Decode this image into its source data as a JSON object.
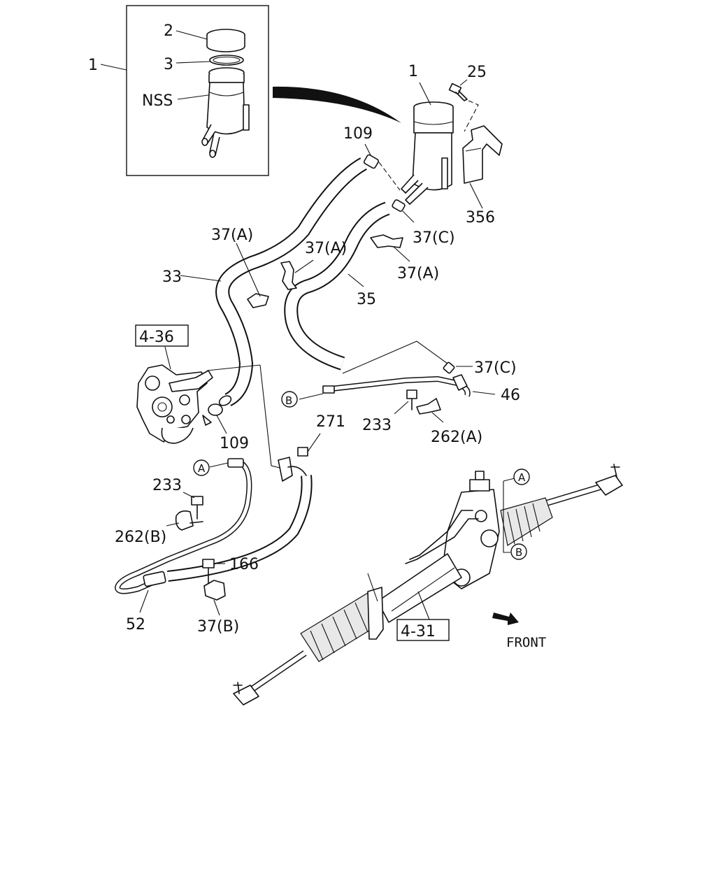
{
  "labels": {
    "l1_box": "1",
    "l2": "2",
    "l3": "3",
    "nss": "NSS",
    "l1_res": "1",
    "l25": "25",
    "l109_top": "109",
    "l356": "356",
    "l37c_top": "37(C)",
    "l37a_top": "37(A)",
    "l37a_mid": "37(A)",
    "l37a_right": "37(A)",
    "l33": "33",
    "l35": "35",
    "ref_436": "4-36",
    "l37c_mid": "37(C)",
    "l46": "46",
    "circle_b_left": "B",
    "l233_mid": "233",
    "l262a": "262(A)",
    "l109_bot": "109",
    "l271": "271",
    "circle_a_left": "A",
    "l233_left": "233",
    "l262b": "262(B)",
    "l166": "166",
    "l52": "52",
    "l37b": "37(B)",
    "circle_a_right": "A",
    "circle_b_right": "B",
    "ref_431": "4-31",
    "front": "FRONT"
  }
}
